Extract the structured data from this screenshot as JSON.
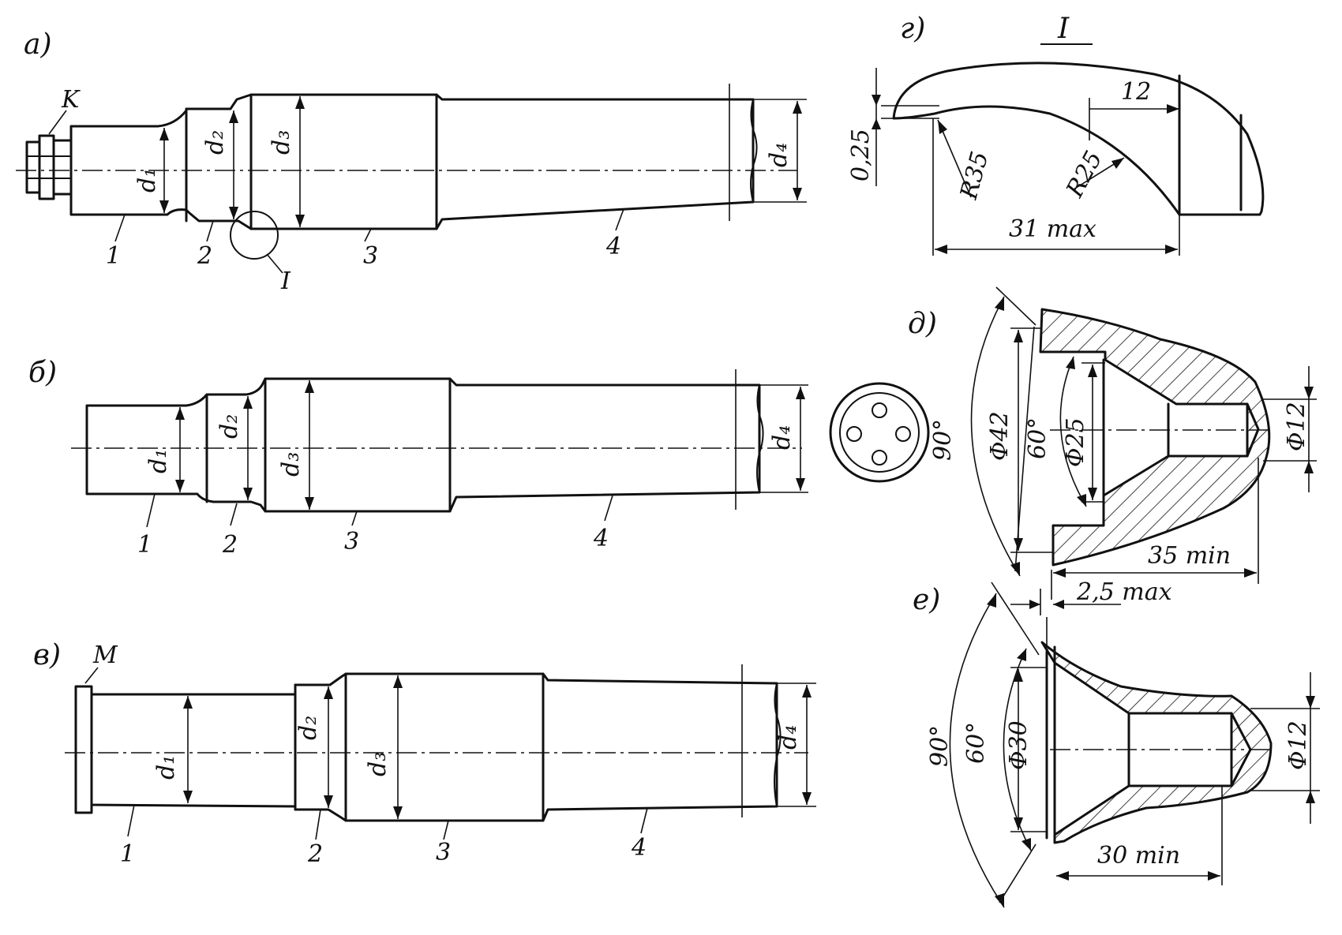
{
  "views": {
    "a": {
      "label": "a)",
      "mark_k": "K",
      "section_mark": "I",
      "d1": "d₁",
      "d2": "d₂",
      "d3": "d₃",
      "d4": "d₄",
      "p1": "1",
      "p2": "2",
      "p3": "3",
      "p4": "4"
    },
    "b": {
      "label": "б)",
      "d1": "d₁",
      "d2": "d₂",
      "d3": "d₃",
      "d4": "d₄",
      "p1": "1",
      "p2": "2",
      "p3": "3",
      "p4": "4"
    },
    "c": {
      "label": "в)",
      "mark_m": "M",
      "d1": "d₁",
      "d2": "d₂",
      "d3": "d₃",
      "d4": "d₄",
      "p1": "1",
      "p2": "2",
      "p3": "3",
      "p4": "4"
    },
    "g": {
      "label": "г)",
      "title": "I",
      "dim_025": "0,25",
      "dim_r35": "R35",
      "dim_r25": "R25",
      "dim_12": "12",
      "dim_31max": "31 max"
    },
    "d": {
      "label": "д)",
      "angle_90": "90°",
      "angle_60": "60°",
      "phi42": "Φ42",
      "phi25": "Φ25",
      "phi12": "Φ12",
      "min35": "35 min",
      "max25": "2,5 max"
    },
    "e": {
      "label": "е)",
      "angle_90": "90°",
      "angle_60": "60°",
      "phi30": "Φ30",
      "phi12": "Φ12",
      "min30": "30 min"
    }
  }
}
